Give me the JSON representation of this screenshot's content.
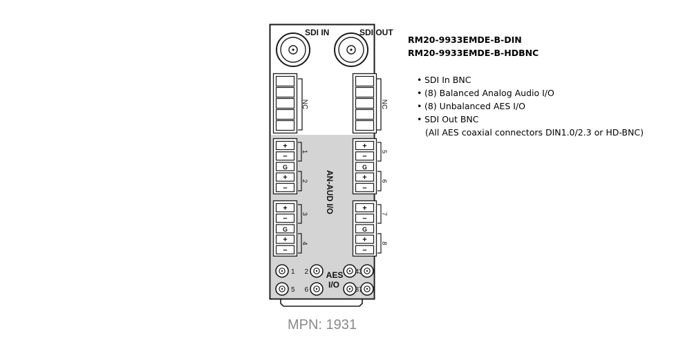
{
  "panel": {
    "sdi_in_label": "SDI IN",
    "sdi_out_label": "SDI OUT",
    "nc_label": "NC",
    "an_aud_label": "AN-AUD I/O",
    "aes_label_1": "AES",
    "aes_label_2": "I/O",
    "terminal_plus": "+",
    "terminal_minus": "−",
    "terminal_ground": "G",
    "channels_left": [
      "1",
      "2",
      "3",
      "4"
    ],
    "channels_right": [
      "5",
      "6",
      "7",
      "8"
    ],
    "aes_connectors": [
      "1",
      "2",
      "3",
      "4",
      "5",
      "6",
      "7",
      "8"
    ]
  },
  "models": [
    "RM20-9933EMDE-B-DIN",
    "RM20-9933EMDE-B-HDBNC"
  ],
  "features": [
    "SDI In BNC",
    "(8) Balanced Analog Audio I/O",
    "(8) Unbalanced AES I/O",
    "SDI Out BNC"
  ],
  "features_note": "(All AES coaxial connectors DIN1.0/2.3 or HD-BNC)",
  "mpn": "MPN: 1931",
  "colors": {
    "panel_stroke": "#1a1a1a",
    "analog_zone": "#d4d4d4",
    "mpn_text": "#8a8a8a"
  }
}
